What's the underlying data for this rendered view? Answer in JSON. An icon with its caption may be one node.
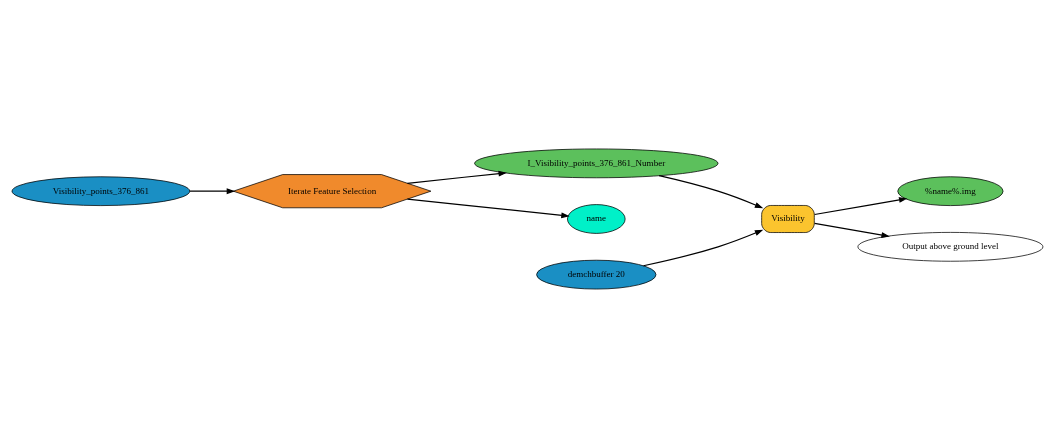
{
  "diagram": {
    "nodes": [
      {
        "text": [
          "Visibility_points_376_861"
        ]
      },
      {
        "text": [
          "Iterate Feature Selection"
        ]
      },
      {
        "text": [
          "I_Visibility_points_376_861_Number"
        ]
      },
      {
        "text": [
          "name"
        ]
      },
      {
        "text": [
          "Visibility"
        ]
      },
      {
        "text": [
          "%name%.img"
        ]
      },
      {
        "text": [
          "demchbuffer 20"
        ]
      },
      {
        "text": [
          "Output above ground level"
        ]
      }
    ],
    "edges": [
      {
        "from": 0,
        "to": 1,
        "arrow": "to"
      },
      {
        "from": 1,
        "to": 2,
        "arrow": "to"
      },
      {
        "from": 1,
        "to": 3,
        "arrow": "to"
      },
      {
        "from": 2,
        "to": 4,
        "arrow": "to"
      },
      {
        "from": 6,
        "to": 4,
        "arrow": "to"
      },
      {
        "from": 4,
        "to": 5,
        "arrow": "to"
      },
      {
        "from": 4,
        "to": 7,
        "arrow": "to"
      }
    ]
  }
}
